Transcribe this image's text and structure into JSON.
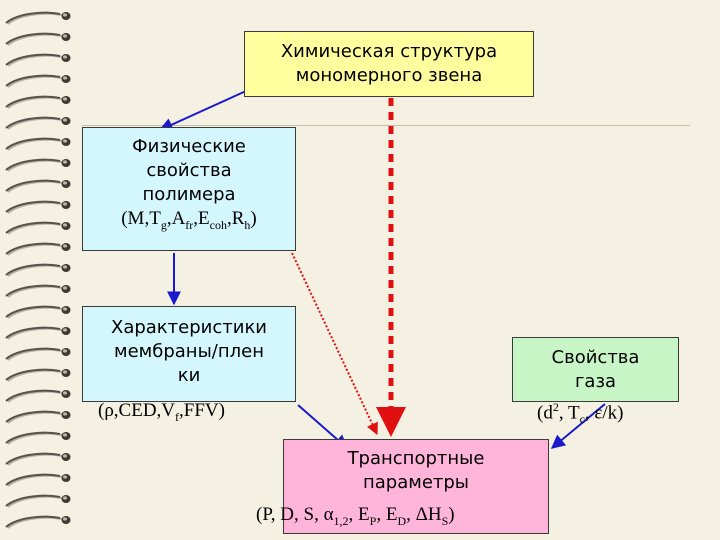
{
  "colors": {
    "chem_box": "#fefe9e",
    "phys_box": "#d4f6fd",
    "memb_box": "#d4f6fd",
    "gas_box": "#c8f5c6",
    "trans_box": "#ffb4da",
    "arrow_blue": "#1a1acc",
    "arrow_red": "#e01010"
  },
  "boxes": {
    "chem": {
      "line1": "Химическая структура",
      "line2": "мономерного звена"
    },
    "phys": {
      "line1": "Физические",
      "line2": "свойства",
      "line3": "полимера",
      "formula": {
        "open": "(M,T",
        "s1": "g",
        "a": ",A",
        "s2": "fr",
        "b": ",E",
        "s3": "coh",
        "c": ",R",
        "s4": "h",
        "close": ")"
      }
    },
    "memb": {
      "line1": "Характеристики",
      "line2": "мембраны/плен",
      "line3": "ки",
      "formula": {
        "open": "(ρ,CED,V",
        "s1": "f",
        "close": ",FFV)"
      }
    },
    "gas": {
      "line1": "Свойства",
      "line2": "газа",
      "formula": {
        "open": "(d",
        "sup1": "2",
        "a": ", T",
        "s1": "c",
        "close": ", ε/k)"
      }
    },
    "trans": {
      "line1": "Транспортные",
      "line2": "параметры",
      "formula": {
        "open": "(P, D, S, α",
        "s1": "1,2",
        "a": ", E",
        "s2": "P",
        "b": ", E",
        "s3": "D",
        "c": ", ΔH",
        "s4": "S",
        "close": ")"
      }
    }
  }
}
